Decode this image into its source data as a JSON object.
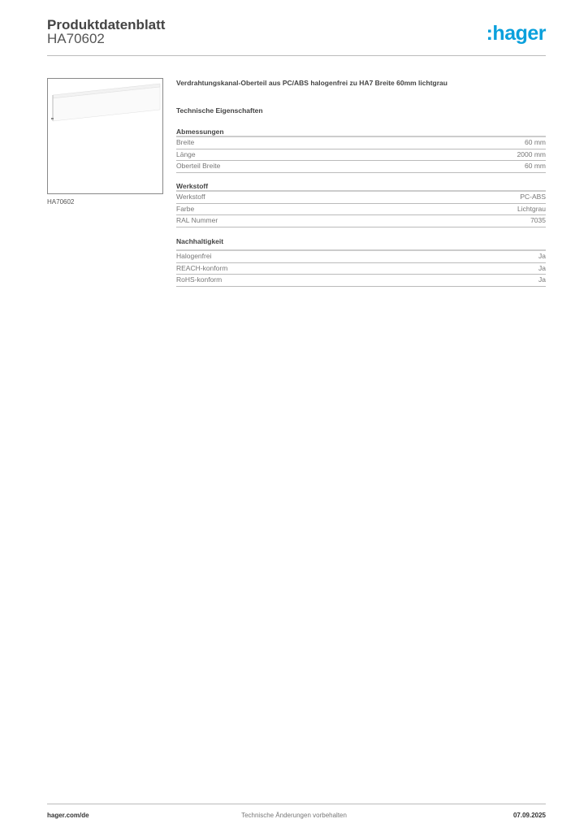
{
  "header": {
    "title": "Produktdatenblatt",
    "product_code": "HA70602",
    "logo_text": ":hager",
    "logo_color": "#0aa0dc"
  },
  "product": {
    "image_caption": "HA70602",
    "description": "Verdrahtungskanal-Oberteil aus PC/ABS halogenfrei zu HA7 Breite 60mm lichtgrau",
    "section_title": "Technische Eigenschaften"
  },
  "sections": [
    {
      "title": "Abmessungen",
      "rows": [
        {
          "label": "Breite",
          "value": "60 mm"
        },
        {
          "label": "Länge",
          "value": "2000 mm"
        },
        {
          "label": "Oberteil Breite",
          "value": "60 mm"
        }
      ]
    },
    {
      "title": "Werkstoff",
      "rows": [
        {
          "label": "Werkstoff",
          "value": "PC-ABS"
        },
        {
          "label": "Farbe",
          "value": "Lichtgrau"
        },
        {
          "label": "RAL Nummer",
          "value": "7035"
        }
      ]
    },
    {
      "title": "Nachhaltigkeit",
      "rows": [
        {
          "label": "Halogenfrei",
          "value": "Ja"
        },
        {
          "label": "REACH-konform",
          "value": "Ja"
        },
        {
          "label": "RoHS-konform",
          "value": "Ja"
        }
      ]
    }
  ],
  "footer": {
    "website": "hager.com/de",
    "notice": "Technische Änderungen vorbehalten",
    "date": "07.09.2025"
  }
}
